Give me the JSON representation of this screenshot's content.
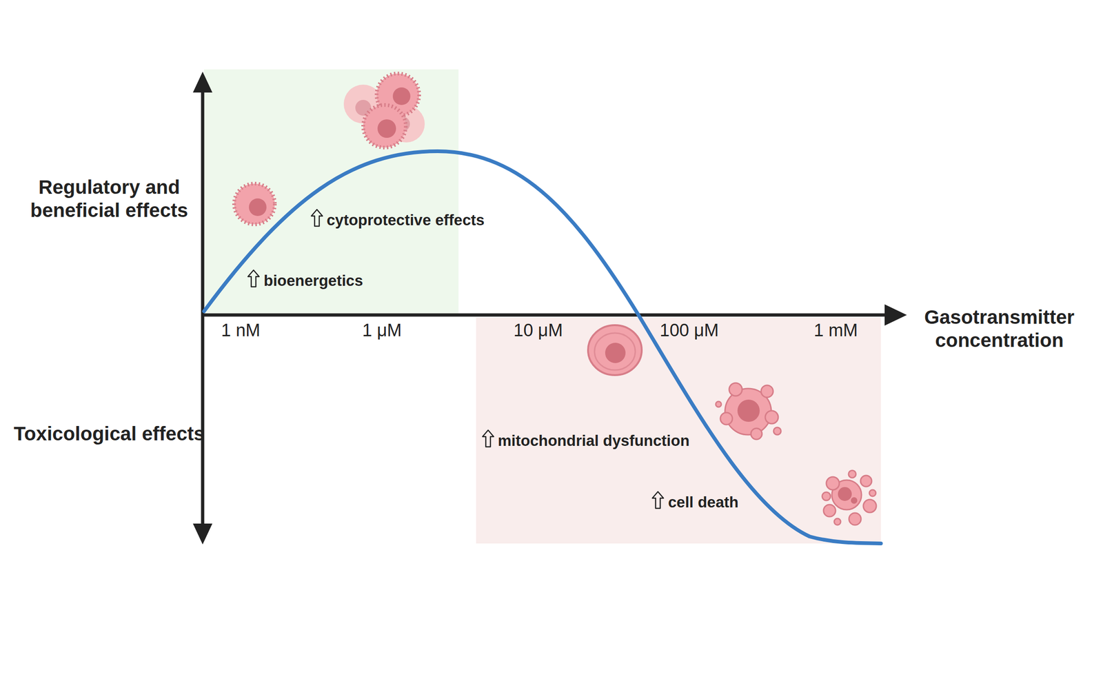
{
  "diagram": {
    "labels": [
      "Regulatory and beneficial effects",
      "Toxicological effects",
      "Gasotransmitter concentration",
      "1 nM",
      "1 μM",
      "10 μM",
      "100 μM",
      "1 mM",
      "bioenergetics",
      "cytoprotective effects",
      "mitochondrial dysfunction",
      "cell death"
    ]
  }
}
